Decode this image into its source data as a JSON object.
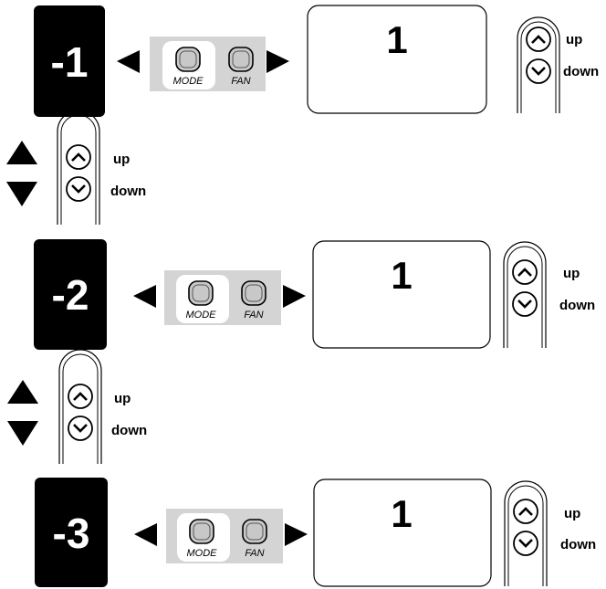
{
  "rows": [
    {
      "id": "row1",
      "code": "-1",
      "screen_value": "1",
      "mode_label": "MODE",
      "fan_label": "FAN",
      "up_label": "up",
      "down_label": "down"
    },
    {
      "id": "row2",
      "code": "-2",
      "screen_value": "1",
      "mode_label": "MODE",
      "fan_label": "FAN",
      "up_label": "up",
      "down_label": "down"
    },
    {
      "id": "row3",
      "code": "-3",
      "screen_value": "1",
      "mode_label": "MODE",
      "fan_label": "FAN",
      "up_label": "up",
      "down_label": "down"
    }
  ],
  "separators": [
    {
      "up_label": "up",
      "down_label": "down"
    },
    {
      "up_label": "up",
      "down_label": "down"
    }
  ],
  "colors": {
    "code_box": "#000000",
    "button_panel": "#d4d4d4",
    "button_face": "#c8c8c8"
  }
}
